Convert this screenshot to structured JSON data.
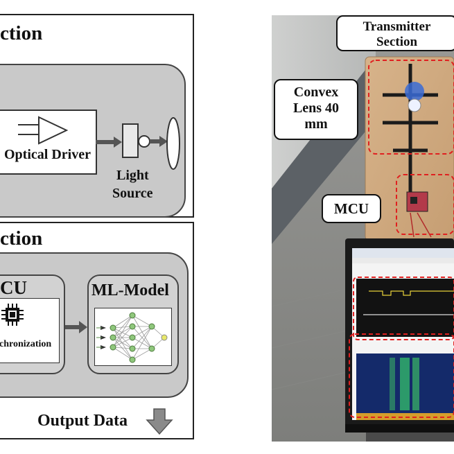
{
  "left": {
    "top_section": {
      "title": "ction",
      "optical_driver_label": "Optical Driver",
      "light_source_label_1": "Light",
      "light_source_label_2": "Source"
    },
    "bottom_section": {
      "title": "ction",
      "mcu_label": "CU",
      "sync_label": "chronization",
      "ml_model_label": "ML-Model",
      "output_label": "Output Data"
    }
  },
  "right": {
    "transmitter_label_1": "Transmitter",
    "transmitter_label_2": "Section",
    "lens_label_1": "Convex",
    "lens_label_2": "Lens 40",
    "lens_label_3": "mm",
    "mcu_label": "MCU"
  },
  "colors": {
    "panel_fill": "#c9c9c9",
    "dash_red": "#e02020",
    "arrow_gray": "#555555"
  }
}
